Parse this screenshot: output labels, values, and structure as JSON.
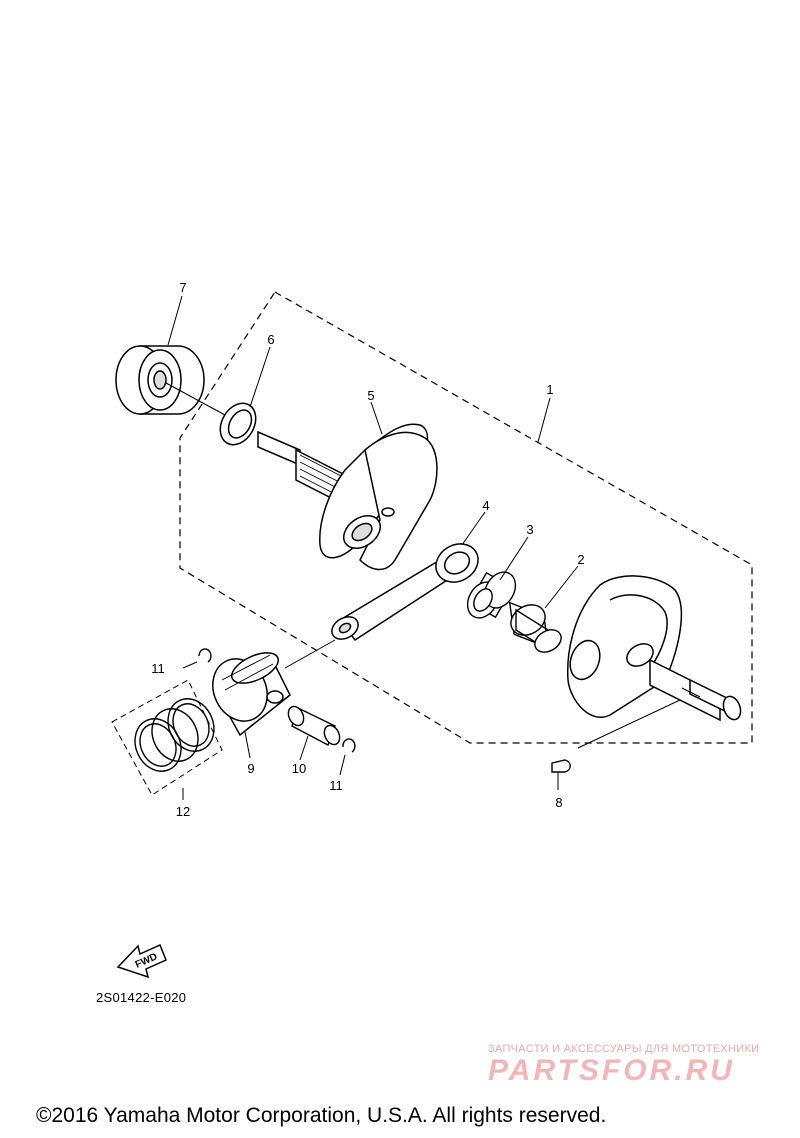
{
  "callouts": {
    "c1": "1",
    "c2": "2",
    "c3": "3",
    "c4": "4",
    "c5": "5",
    "c6": "6",
    "c7": "7",
    "c8": "8",
    "c9": "9",
    "c10": "10",
    "c11a": "11",
    "c11b": "11",
    "c12": "12"
  },
  "fwd_label": "FWD",
  "diagram_code": "2S01422-E020",
  "watermark": {
    "small": "ЗАПЧАСТИ И АКСЕССУАРЫ ДЛЯ МОТОТЕХНИКИ",
    "big": "PARTSFOR.RU"
  },
  "copyright": "©2016 Yamaha Motor Corporation, U.S.A. All rights reserved."
}
